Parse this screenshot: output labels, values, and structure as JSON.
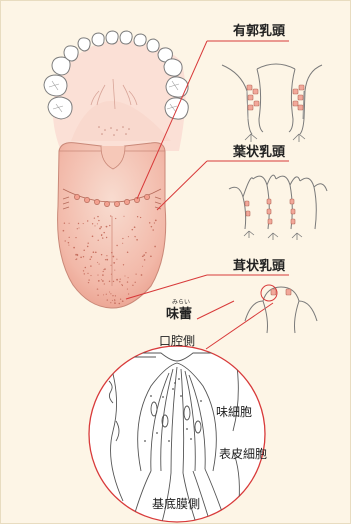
{
  "labels": {
    "circumvallate": "有郭乳頭",
    "foliate": "葉状乳頭",
    "fungiform": "茸状乳頭",
    "taste_bud": "味蕾",
    "taste_bud_reading": "みらい",
    "oral_side": "口腔側",
    "taste_cell": "味細胞",
    "epithelial_cell": "表皮細胞",
    "basement_side": "基底膜側"
  },
  "colors": {
    "accent": "#d83a3a",
    "background": "#fdf5e6",
    "tongue_light": "#f7d2c5",
    "tongue_mid": "#f1b3a3",
    "outline": "#8a8a8a"
  }
}
